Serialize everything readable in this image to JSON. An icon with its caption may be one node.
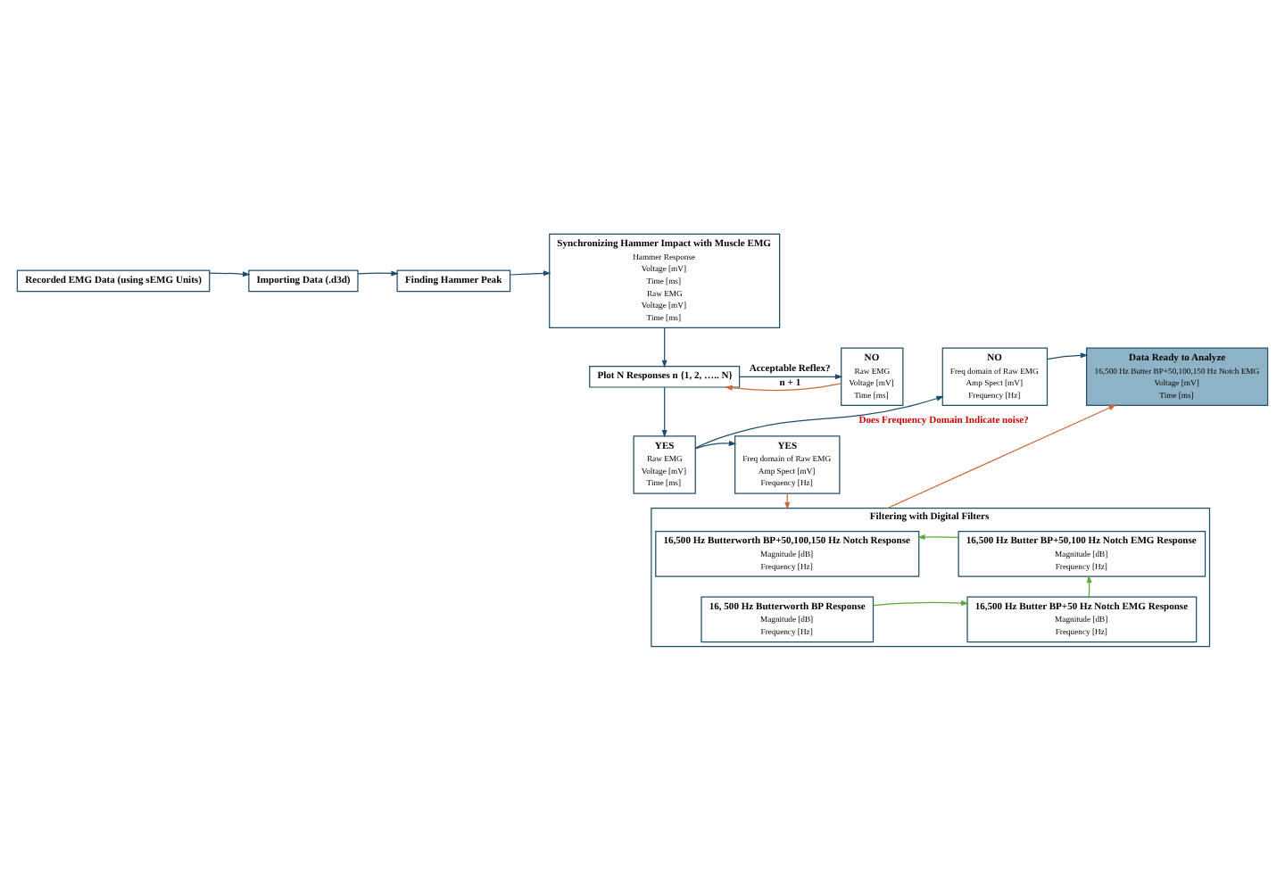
{
  "diagram": {
    "nodes": [
      {
        "text": [
          "Recorded EMG Data (using sEMG Units)"
        ]
      },
      {
        "text": [
          "Importing Data (.d3d)"
        ]
      },
      {
        "text": [
          "Finding Hammer Peak"
        ]
      },
      {
        "text": [
          "Synchronizing Hammer Impact with Muscle EMG",
          "Hammer Response",
          "Voltage [mV]",
          "Time [ms]",
          "Raw EMG",
          "Voltage [mV]",
          "Time [ms]"
        ]
      },
      {
        "text": [
          "Plot N Responses n {1, 2, ….. N}"
        ]
      },
      {
        "text": [
          "NO",
          "Raw EMG",
          "Voltage [mV]",
          "Time [ms]"
        ]
      },
      {
        "text": [
          "YES",
          "Raw EMG",
          "Voltage [mV]",
          "Time [ms]"
        ]
      },
      {
        "text": [
          "NO",
          "Freq domain of Raw EMG",
          "Amp Spect [mV]",
          "Frequency [Hz]"
        ]
      },
      {
        "text": [
          "YES",
          "Freq domain of Raw EMG",
          "Amp Spect [mV]",
          "Frequency [Hz]"
        ]
      },
      {
        "text": [
          "Data Ready to Analyze",
          "16,500 Hz Butter BP+50,100,150 Hz Notch EMG",
          "Voltage [mV]",
          "Time [ms]"
        ]
      },
      {
        "text": [
          "Filtering with Digital Filters"
        ]
      },
      {
        "text": [
          "16, 500 Hz Butterworth BP Response",
          "Magnitude [dB]",
          "Frequency [Hz]"
        ],
        "in": 10
      },
      {
        "text": [
          "16,500 Hz Butter BP+50 Hz Notch EMG Response",
          "Magnitude [dB]",
          "Frequency [Hz]"
        ],
        "in": 10
      },
      {
        "text": [
          "16,500 Hz Butter BP+50,100 Hz Notch EMG Response",
          "Magnitude [dB]",
          "Frequency [Hz]"
        ],
        "in": 10
      },
      {
        "text": [
          "16,500 Hz Butterworth BP+50,100,150 Hz Notch Response",
          "Magnitude [dB]",
          "Frequency [Hz]"
        ],
        "in": 10
      }
    ],
    "edges": [
      {
        "from": 0,
        "to": 1,
        "arrow": "to"
      },
      {
        "from": 1,
        "to": 2,
        "arrow": "to"
      },
      {
        "from": 2,
        "to": 3,
        "arrow": "to"
      },
      {
        "from": 3,
        "to": 4,
        "arrow": "to"
      },
      {
        "from": 4,
        "to": 5,
        "arrow": "to",
        "label": "Acceptable Reflex?"
      },
      {
        "from": 4,
        "to": 6,
        "arrow": "to"
      },
      {
        "from": 5,
        "to": 4,
        "arrow": "to",
        "label": "n + 1",
        "color": "#c8693a"
      },
      {
        "from": 6,
        "to": 7,
        "arrow": "to",
        "label": "Does Frequency Domain Indicate noise?"
      },
      {
        "from": 6,
        "to": 8,
        "arrow": "to"
      },
      {
        "from": 7,
        "to": 9,
        "arrow": "to"
      },
      {
        "from": 8,
        "to": 10,
        "arrow": "to",
        "color": "#c8693a"
      },
      {
        "from": 11,
        "to": 12,
        "arrow": "to",
        "color": "#5aaa3a"
      },
      {
        "from": 12,
        "to": 13,
        "arrow": "to",
        "color": "#5aaa3a"
      },
      {
        "from": 13,
        "to": 14,
        "arrow": "to",
        "color": "#5aaa3a"
      },
      {
        "from": 10,
        "to": 9,
        "arrow": "to",
        "color": "#c8693a"
      }
    ]
  }
}
